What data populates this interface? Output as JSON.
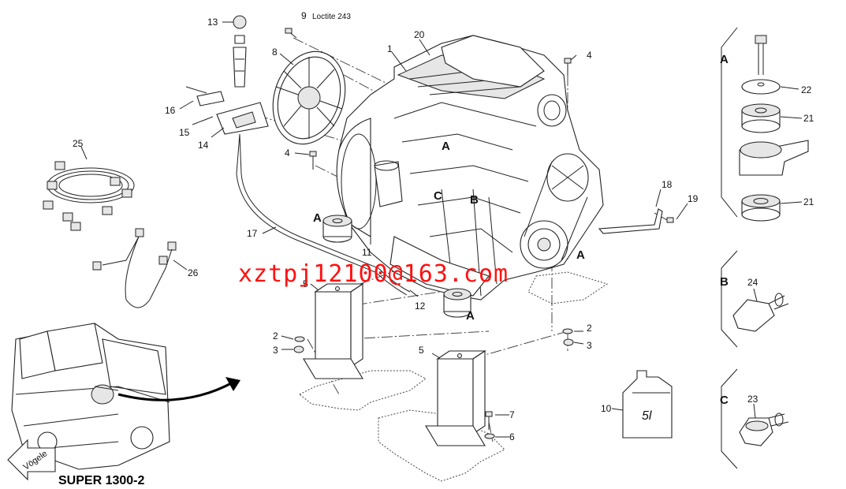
{
  "callouts": {
    "c1": "1",
    "c2a": "2",
    "c2b": "2",
    "c3a": "3",
    "c3b": "3",
    "c4a": "4",
    "c4b": "4",
    "c5a": "5",
    "c5b": "5",
    "c6": "6",
    "c7": "7",
    "c8": "8",
    "c9": "9",
    "c9note": "Loctite 243",
    "c10": "10",
    "c11": "11",
    "c12": "12",
    "c13": "13",
    "c14": "14",
    "c15": "15",
    "c16": "16",
    "c17": "17",
    "c18": "18",
    "c19": "19",
    "c20": "20",
    "c21a": "21",
    "c21b": "21",
    "c22": "22",
    "c23": "23",
    "c24": "24",
    "c25": "25",
    "c26": "26"
  },
  "markers": {
    "engine_a1": "A",
    "engine_c": "C",
    "engine_b": "B",
    "mount_left_a": "A",
    "pulley_a": "A",
    "mount_bottom_a": "A"
  },
  "sections": {
    "a": "A",
    "b": "B",
    "c": "C"
  },
  "canister_label": "5l",
  "logo_text": "Vögele",
  "model_name": "SUPER 1300-2",
  "watermark": "xztpj12100@163.com",
  "icons": [
    "engine-icon",
    "flywheel-housing-icon",
    "wiring-harness-icon",
    "paver-machine-icon",
    "oil-canister-icon",
    "pressure-sensor-icon",
    "engine-mount-icon"
  ]
}
